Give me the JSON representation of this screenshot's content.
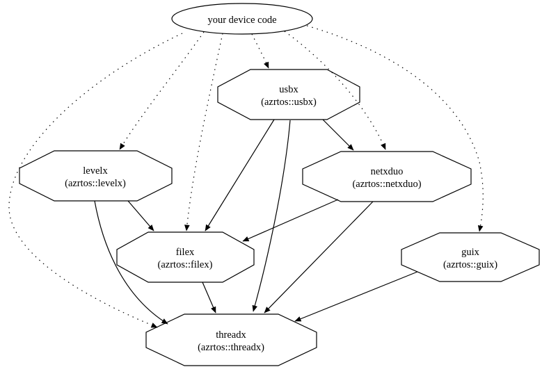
{
  "diagram": {
    "type": "dependency-graph",
    "background_color": "#ffffff",
    "stroke_color": "#000000",
    "nodes": {
      "device": {
        "label": "your device code",
        "shape": "ellipse"
      },
      "usbx": {
        "label": "usbx",
        "sublabel": "(azrtos::usbx)",
        "shape": "octagon"
      },
      "levelx": {
        "label": "levelx",
        "sublabel": "(azrtos::levelx)",
        "shape": "octagon"
      },
      "netxduo": {
        "label": "netxduo",
        "sublabel": "(azrtos::netxduo)",
        "shape": "octagon"
      },
      "filex": {
        "label": "filex",
        "sublabel": "(azrtos::filex)",
        "shape": "octagon"
      },
      "guix": {
        "label": "guix",
        "sublabel": "(azrtos::guix)",
        "shape": "octagon"
      },
      "threadx": {
        "label": "threadx",
        "sublabel": "(azrtos::threadx)",
        "shape": "octagon"
      }
    },
    "edges": [
      {
        "from": "device",
        "to": "usbx",
        "style": "dotted"
      },
      {
        "from": "device",
        "to": "levelx",
        "style": "dotted"
      },
      {
        "from": "device",
        "to": "netxduo",
        "style": "dotted"
      },
      {
        "from": "device",
        "to": "filex",
        "style": "dotted"
      },
      {
        "from": "device",
        "to": "guix",
        "style": "dotted"
      },
      {
        "from": "device",
        "to": "threadx",
        "style": "dotted"
      },
      {
        "from": "usbx",
        "to": "netxduo",
        "style": "solid"
      },
      {
        "from": "usbx",
        "to": "filex",
        "style": "solid"
      },
      {
        "from": "usbx",
        "to": "threadx",
        "style": "solid"
      },
      {
        "from": "levelx",
        "to": "filex",
        "style": "solid"
      },
      {
        "from": "levelx",
        "to": "threadx",
        "style": "solid"
      },
      {
        "from": "netxduo",
        "to": "filex",
        "style": "solid"
      },
      {
        "from": "netxduo",
        "to": "threadx",
        "style": "solid"
      },
      {
        "from": "filex",
        "to": "threadx",
        "style": "solid"
      },
      {
        "from": "guix",
        "to": "threadx",
        "style": "solid"
      }
    ]
  }
}
